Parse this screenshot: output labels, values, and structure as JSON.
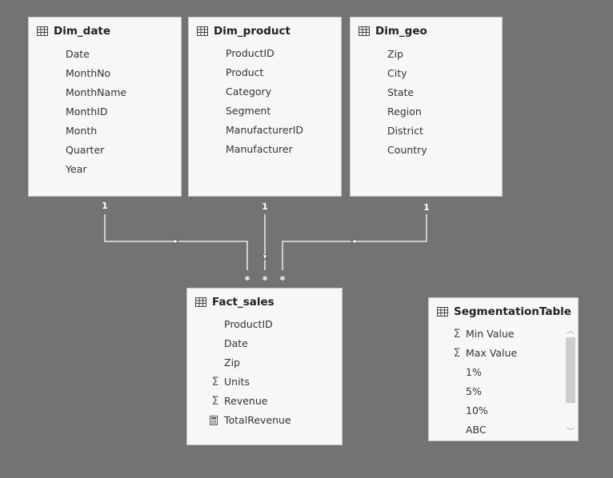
{
  "tables": {
    "dim_date": {
      "title": "Dim_date",
      "fields": [
        "Date",
        "MonthNo",
        "MonthName",
        "MonthID",
        "Month",
        "Quarter",
        "Year"
      ]
    },
    "dim_product": {
      "title": "Dim_product",
      "fields": [
        "ProductID",
        "Product",
        "Category",
        "Segment",
        "ManufacturerID",
        "Manufacturer"
      ]
    },
    "dim_geo": {
      "title": "Dim_geo",
      "fields": [
        "Zip",
        "City",
        "State",
        "Region",
        "District",
        "Country"
      ]
    },
    "fact_sales": {
      "title": "Fact_sales",
      "fields": [
        {
          "label": "ProductID",
          "icon": ""
        },
        {
          "label": "Date",
          "icon": ""
        },
        {
          "label": "Zip",
          "icon": ""
        },
        {
          "label": "Units",
          "icon": "sigma-icon"
        },
        {
          "label": "Revenue",
          "icon": "sigma-icon"
        },
        {
          "label": "TotalRevenue",
          "icon": "calculator-icon"
        }
      ]
    },
    "segmentation": {
      "title": "SegmentationTable",
      "fields": [
        {
          "label": "Min Value",
          "icon": "sigma-icon"
        },
        {
          "label": "Max Value",
          "icon": "sigma-icon"
        },
        {
          "label": "1%",
          "icon": ""
        },
        {
          "label": "5%",
          "icon": ""
        },
        {
          "label": "10%",
          "icon": ""
        },
        {
          "label": "ABC",
          "icon": ""
        }
      ]
    }
  },
  "relationships": {
    "one_label": "1",
    "many_label": "*"
  },
  "colors": {
    "canvas": "#737373",
    "card": "#f7f7f7",
    "line": "#ffffff"
  }
}
